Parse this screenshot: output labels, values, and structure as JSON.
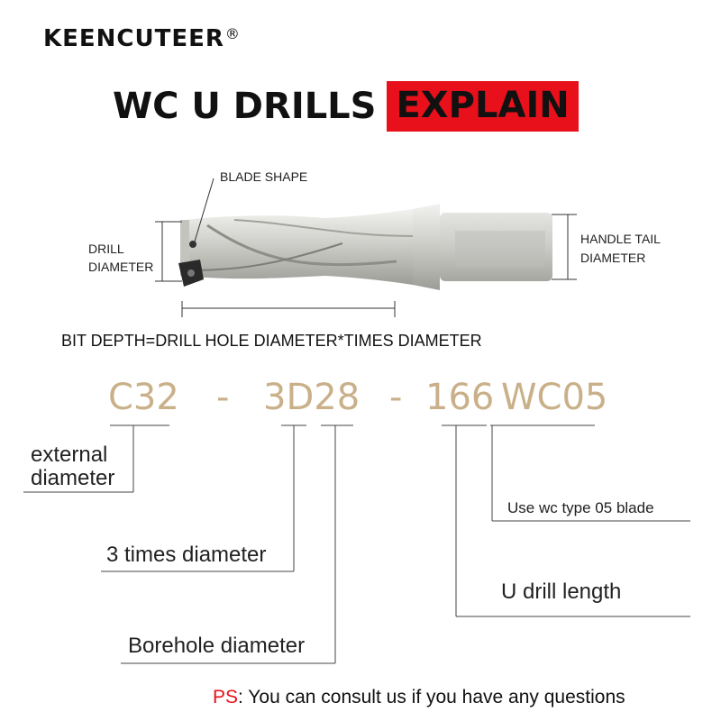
{
  "brand": {
    "name": "KEENCUTEER",
    "registered": "®"
  },
  "title": {
    "main": "WC U DRILLS",
    "highlight": "EXPLAIN"
  },
  "diagram": {
    "blade_shape": "BLADE SHAPE",
    "drill_diameter_1": "DRILL",
    "drill_diameter_2": "DIAMETER",
    "handle_tail_1": "HANDLE TAIL",
    "handle_tail_2": "DIAMETER",
    "formula": "BIT DEPTH=DRILL HOLE DIAMETER*TIMES DIAMETER"
  },
  "code": {
    "part1": "C32",
    "dash1": "-",
    "part2": "3D28",
    "dash2": "-",
    "part3": "166",
    "part4": "WC05"
  },
  "descriptions": {
    "external_1": "external",
    "external_2": "diameter",
    "times": "3 times diameter",
    "borehole": "Borehole diameter",
    "length": "U drill length",
    "blade": "Use wc type 05 blade"
  },
  "footer": {
    "ps_label": "PS",
    "ps_text": ": You can consult us if you have any questions"
  },
  "colors": {
    "accent_red": "#e8101a",
    "code_gold": "#c9b089"
  }
}
